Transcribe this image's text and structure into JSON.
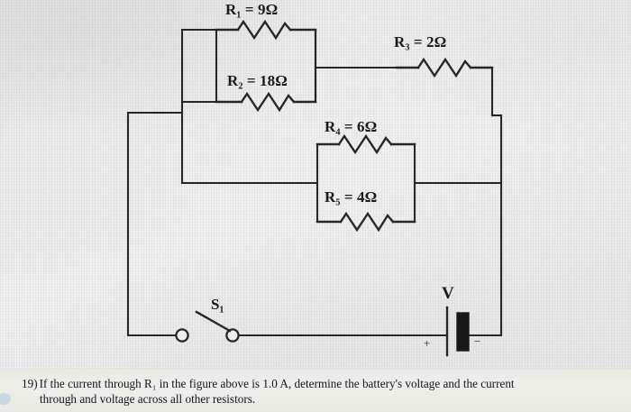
{
  "figure": {
    "type": "circuit-diagram",
    "resistors": [
      {
        "id": "R1",
        "label": "R₁ = 9Ω",
        "name": "R",
        "sub": "1",
        "value": "9Ω",
        "resistance_ohms": 9,
        "position": "top-left-parallel-pair-upper"
      },
      {
        "id": "R2",
        "label": "R₂ = 18Ω",
        "name": "R",
        "sub": "2",
        "value": "18Ω",
        "resistance_ohms": 18,
        "position": "top-left-parallel-pair-lower"
      },
      {
        "id": "R3",
        "label": "R₃ = 2Ω",
        "name": "R",
        "sub": "3",
        "value": "2Ω",
        "resistance_ohms": 2,
        "position": "top-right-series"
      },
      {
        "id": "R4",
        "label": "R₄ = 6Ω",
        "name": "R",
        "sub": "4",
        "value": "6Ω",
        "resistance_ohms": 6,
        "position": "middle-parallel-pair-upper"
      },
      {
        "id": "R5",
        "label": "R₅ = 4Ω",
        "name": "R",
        "sub": "5",
        "value": "4Ω",
        "resistance_ohms": 4,
        "position": "middle-parallel-pair-lower"
      }
    ],
    "switch": {
      "id": "S1",
      "label": "S₁",
      "state": "open"
    },
    "battery": {
      "label": "V",
      "positive_terminal": "+",
      "negative_terminal": "−"
    },
    "colors": {
      "wire": "#26262e",
      "ink": "#1a1a22",
      "background": "#ebebef"
    }
  },
  "caption": {
    "number": "19)",
    "line1": "If the current through R₁ in the figure above is 1.0 A, determine the battery's voltage and the current",
    "line2": "through and voltage across all other resistors."
  }
}
